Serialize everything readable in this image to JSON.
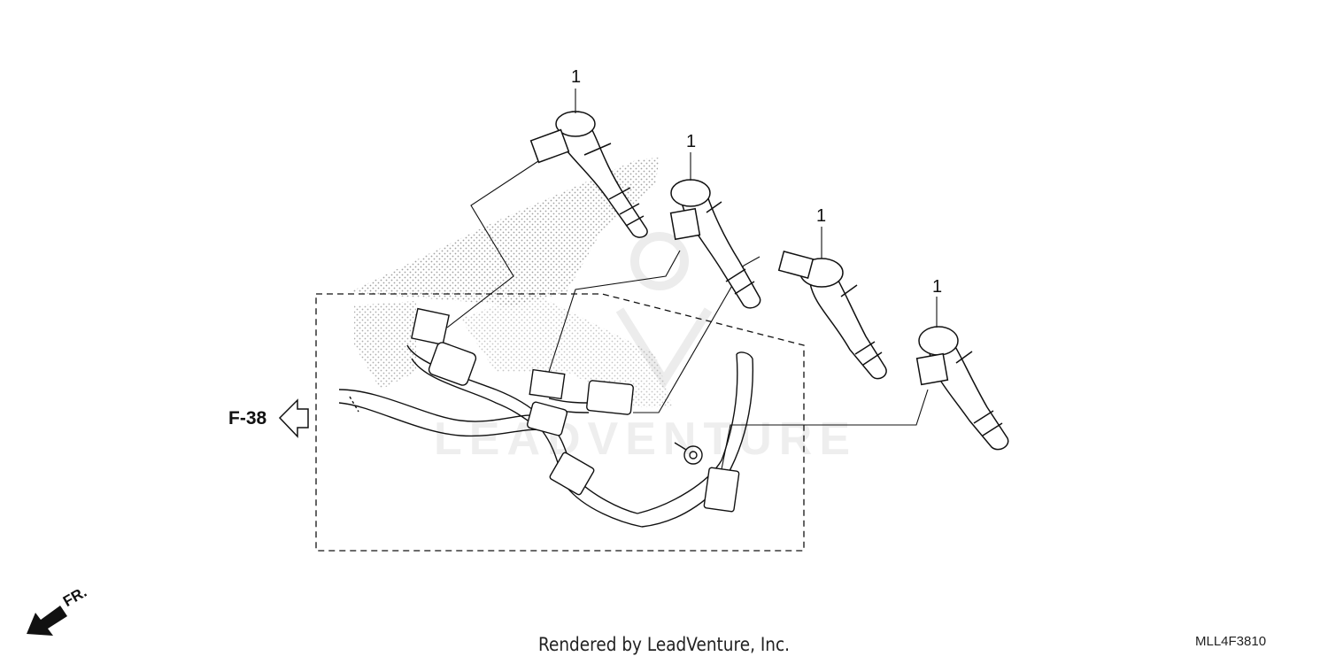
{
  "diagram": {
    "parts": [
      {
        "ref": "1",
        "name": "ignition-coil"
      },
      {
        "ref": "1",
        "name": "ignition-coil"
      },
      {
        "ref": "1",
        "name": "ignition-coil"
      },
      {
        "ref": "1",
        "name": "ignition-coil"
      }
    ],
    "reference_label": "F-38",
    "direction_label": "FR.",
    "footer": "Rendered by LeadVenture, Inc.",
    "diagram_code": "MLL4F3810",
    "colors": {
      "line": "#111111",
      "stipple": "#9a9a9a",
      "watermark": "#e8e8e8"
    }
  }
}
